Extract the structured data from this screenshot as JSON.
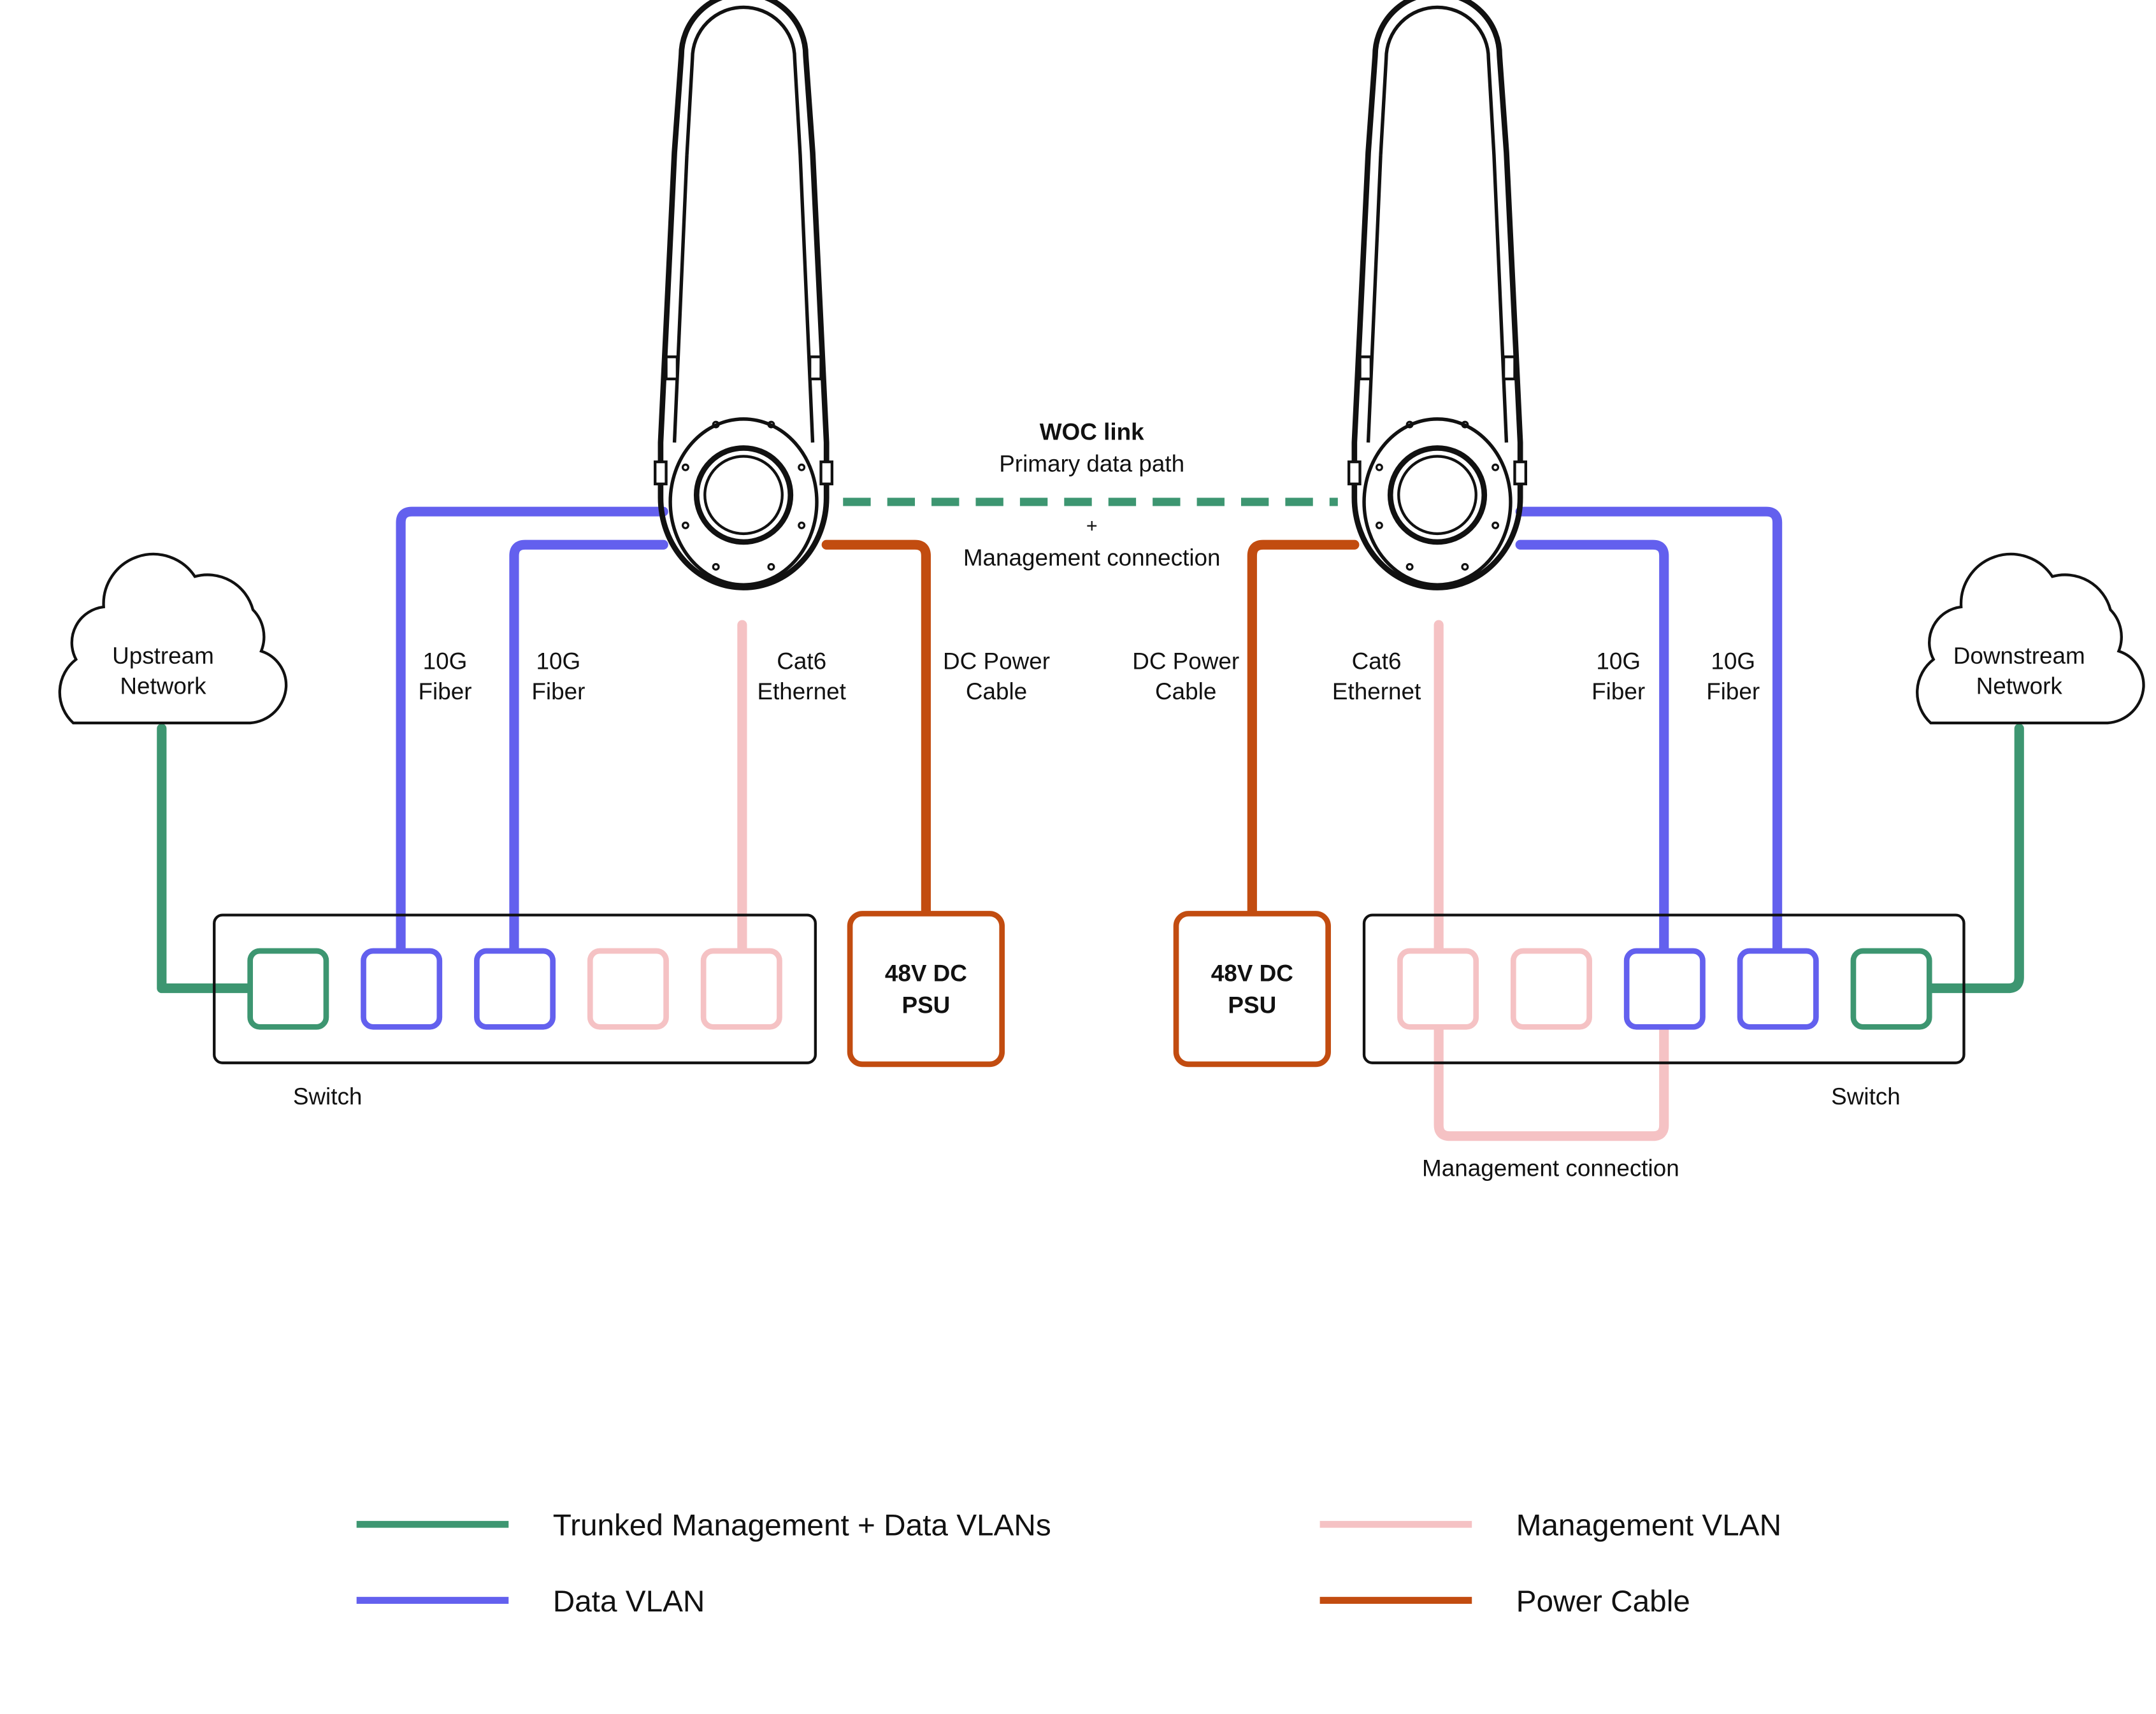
{
  "colors": {
    "trunk": "#3d9671",
    "data": "#6360ee",
    "management": "#f5c2c4",
    "power": "#c24c10",
    "outline": "#111111"
  },
  "woc_link": {
    "title": "WOC link",
    "subtitle": "Primary data path",
    "plus": "+",
    "management": "Management connection"
  },
  "left": {
    "cloud_line1": "Upstream",
    "cloud_line2": "Network",
    "fiber1_line1": "10G",
    "fiber1_line2": "Fiber",
    "fiber2_line1": "10G",
    "fiber2_line2": "Fiber",
    "ethernet_line1": "Cat6",
    "ethernet_line2": "Ethernet",
    "power_line1": "DC Power",
    "power_line2": "Cable",
    "psu_line1": "48V DC",
    "psu_line2": "PSU",
    "switch_label": "Switch"
  },
  "right": {
    "cloud_line1": "Downstream",
    "cloud_line2": "Network",
    "fiber1_line1": "10G",
    "fiber1_line2": "Fiber",
    "fiber2_line1": "10G",
    "fiber2_line2": "Fiber",
    "ethernet_line1": "Cat6",
    "ethernet_line2": "Ethernet",
    "power_line1": "DC Power",
    "power_line2": "Cable",
    "psu_line1": "48V DC",
    "psu_line2": "PSU",
    "switch_label": "Switch",
    "loop_label": "Management connection"
  },
  "legend": {
    "trunk": "Trunked Management + Data VLANs",
    "data": "Data VLAN",
    "management": "Management VLAN",
    "power": "Power Cable"
  }
}
